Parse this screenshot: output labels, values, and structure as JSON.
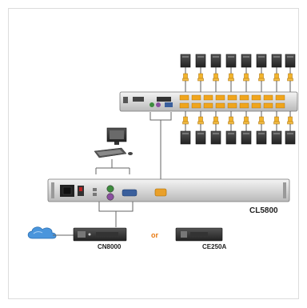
{
  "labels": {
    "kvm_switch": "CL5800",
    "extender_a": "CN8000",
    "connector_word": "or",
    "extender_b": "CE250A"
  },
  "colors": {
    "cable": "#f0a51c",
    "connector_orange": "#e9a02a",
    "vga_blue": "#3a5f9c",
    "ps2_green": "#3d8b3d",
    "ps2_purple": "#8a4fa0",
    "cloud": "#3a8ad6",
    "line": "#555555",
    "or_color": "#e87b14"
  },
  "icons": {
    "server": "tower-computer-icon",
    "network": "cloud-icon",
    "console": "monitor-keyboard-mouse-icon"
  }
}
